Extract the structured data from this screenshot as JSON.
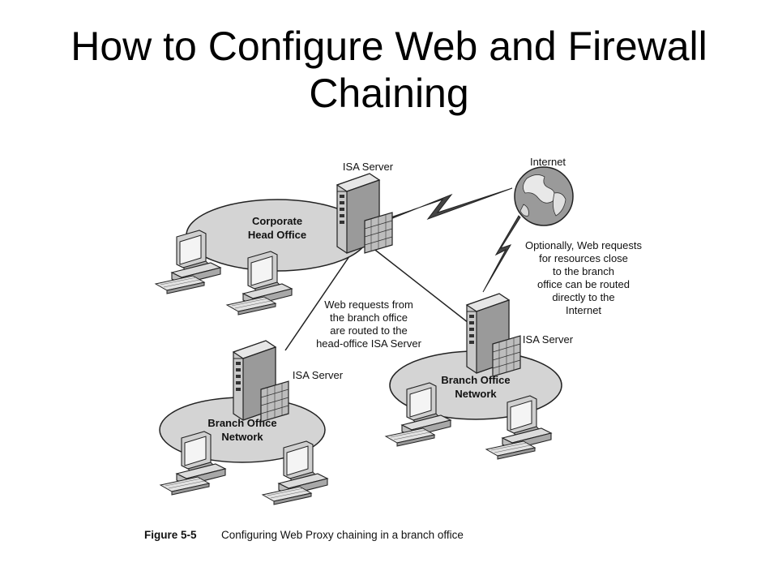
{
  "title": {
    "line1": "How to Configure Web and Firewall",
    "line2": "Chaining"
  },
  "diagram": {
    "internet_label": "Internet",
    "isa_server_label": "ISA Server",
    "head_office": {
      "line1": "Corporate",
      "line2": "Head Office"
    },
    "branch_office": {
      "line1": "Branch Office",
      "line2": "Network"
    },
    "annotation_routed": [
      "Web requests from",
      "the branch office",
      "are routed to the",
      "head-office ISA Server"
    ],
    "annotation_optional": [
      "Optionally, Web requests",
      "for resources close",
      "to the branch",
      "office can be routed",
      "directly to the",
      "Internet"
    ]
  },
  "caption": {
    "figure": "Figure 5-5",
    "text": "Configuring Web Proxy chaining in a branch office"
  }
}
